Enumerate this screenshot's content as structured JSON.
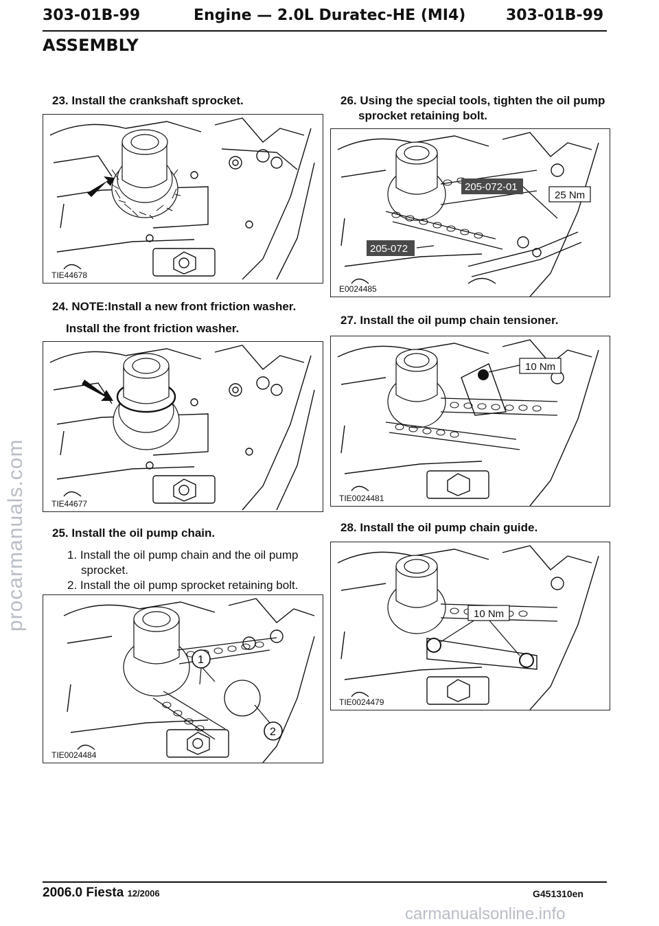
{
  "header": {
    "left_code": "303-01B-99",
    "title": "Engine — 2.0L Duratec-HE (MI4)",
    "right_code": "303-01B-99",
    "section": "ASSEMBLY"
  },
  "steps": [
    {
      "number": "23.",
      "text": "Install the crankshaft sprocket.",
      "figure_id": "TIE44678"
    },
    {
      "number": "24.",
      "note": "NOTE:Install a new front friction washer.",
      "text": "Install the front friction washer.",
      "figure_id": "TIE44677"
    },
    {
      "number": "25.",
      "text": "Install the oil pump chain.",
      "substeps": [
        {
          "n": "1.",
          "line1": "Install the oil pump chain and the oil pump",
          "line2": "sprocket."
        },
        {
          "n": "2.",
          "line1": "Install the oil pump sprocket retaining bolt."
        }
      ],
      "figure_id": "TIE0024484",
      "callouts": [
        "1",
        "2"
      ]
    },
    {
      "number": "26.",
      "line1": "Using the special tools, tighten the oil pump",
      "line2": "sprocket retaining bolt.",
      "figure_id": "E0024485",
      "tool1": "205-072-01",
      "tool2": "205-072",
      "torque": "25 Nm"
    },
    {
      "number": "27.",
      "text": "Install the oil pump chain tensioner.",
      "figure_id": "TIE0024481",
      "torque": "10 Nm"
    },
    {
      "number": "28.",
      "text": "Install the oil pump chain guide.",
      "figure_id": "TIE0024479",
      "torque": "10 Nm"
    }
  ],
  "footer": {
    "model": "2006.0 Fiesta",
    "date": "12/2006",
    "code": "G451310en"
  },
  "watermarks": {
    "left": "procarmanuals.com",
    "bottom": "carmanualsonline.info"
  }
}
